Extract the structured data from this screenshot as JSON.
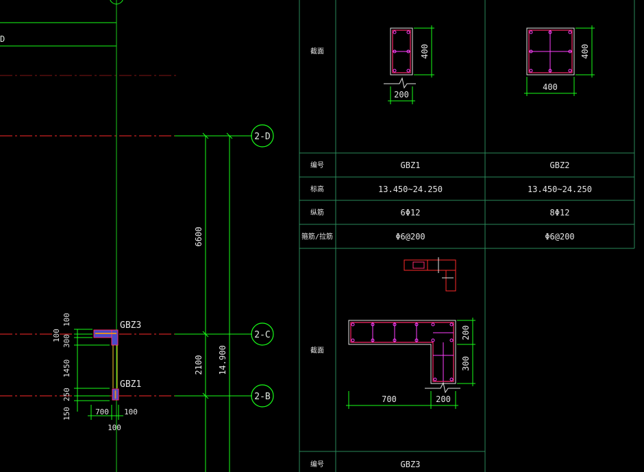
{
  "axes": {
    "d": "2-D",
    "c": "2-C",
    "b": "2-B",
    "top_left_fragment": "D"
  },
  "plan": {
    "dim_6600": "6600",
    "dim_2100": "2100",
    "dim_14900": "14.900",
    "dim_100_top": "100",
    "dim_100": "100",
    "dim_300": "300",
    "dim_1450": "1450",
    "dim_250": "250",
    "dim_150": "150",
    "dim_700": "700",
    "dim_100_right": "100",
    "dim_100_bottom": "100",
    "label_gbz3": "GBZ3",
    "label_gbz1": "GBZ1"
  },
  "table": {
    "row_labels": {
      "section": "截面",
      "id": "编号",
      "elevation": "标高",
      "long_bars": "纵筋",
      "stirrups": "箍筋/拉筋",
      "section2": "截面",
      "id2": "编号"
    },
    "columns": [
      {
        "id": "GBZ1",
        "elevation": "13.450~24.250",
        "long_bars": "6Φ12",
        "stirrups": "Φ6@200",
        "dim_w": "200",
        "dim_h": "400"
      },
      {
        "id": "GBZ2",
        "elevation": "13.450~24.250",
        "long_bars": "8Φ12",
        "stirrups": "Φ6@200",
        "dim_w": "400",
        "dim_h": "400"
      }
    ],
    "gbz3": {
      "id": "GBZ3",
      "dim_700": "700",
      "dim_200_bottom": "200",
      "dim_200_side": "200",
      "dim_300": "300"
    }
  },
  "colors": {
    "grid_line": "#ff2a2a",
    "dim_line": "#19ff19",
    "column": "#ff2a6a",
    "rebar": "#ff40ff",
    "table_line": "#2a8a5a",
    "text": "#e6e6e6"
  }
}
